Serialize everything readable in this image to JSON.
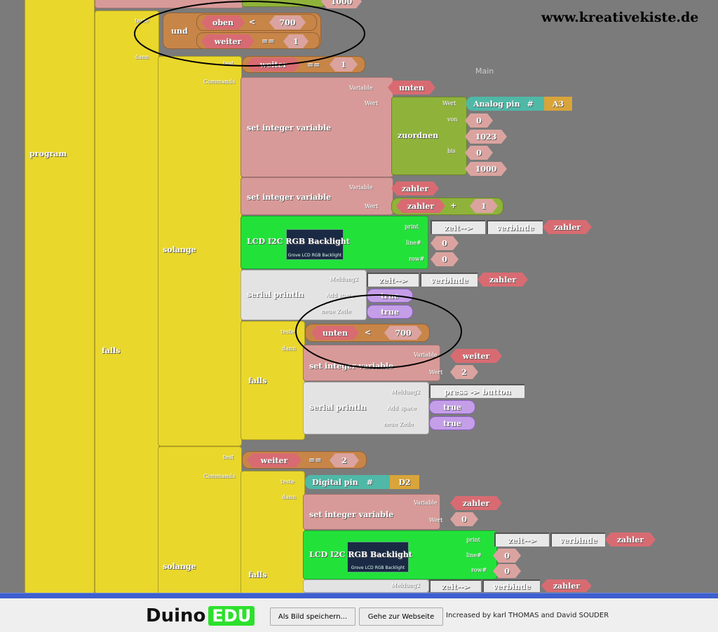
{
  "site": "www.kreativekiste.de",
  "canvas_label": "Main",
  "program": "program",
  "falls": "falls",
  "teste": "teste",
  "dann": "dann",
  "test": "test",
  "commands": "Commands",
  "solange": "solange",
  "top_value": "1000",
  "und": {
    "label": "und",
    "a": "oben",
    "op1": "<",
    "v1": "700",
    "b": "weiter",
    "op2": "==",
    "v2": "1"
  },
  "loop1_cond": {
    "var": "weiter",
    "op": "==",
    "val": "1"
  },
  "set1": {
    "label": "set integer variable",
    "variable_lbl": "Variable",
    "wert_lbl": "Wert",
    "var": "unten"
  },
  "map": {
    "label": "zuordnen",
    "wert": "Wert",
    "von": "von",
    "bis": "bis",
    "pin_label": "Analog pin",
    "hash": "#",
    "pin": "A3",
    "v_from": "0",
    "v_to_src": "1023",
    "v_min": "0",
    "v_max": "1000"
  },
  "set2": {
    "label": "set integer variable",
    "variable_lbl": "Variable",
    "wert_lbl": "Wert",
    "var": "zahler",
    "expr_var": "zahler",
    "op": "+",
    "val": "1"
  },
  "lcd1": {
    "label": "LCD I2C RGB Backlight",
    "img": "Grove LCD RGB Backlight",
    "print": "print",
    "line": "line#",
    "row": "row#",
    "s1": "zeit-->",
    "s2": "verbinde",
    "s3": "zahler",
    "line_v": "0",
    "row_v": "0"
  },
  "ser1": {
    "label": "serial println",
    "msg": "Meldung2",
    "add": "Add space",
    "nl": "neue Zeile",
    "s1": "zeit-->",
    "s2": "verbinde",
    "s3": "zahler",
    "b1": "true",
    "b2": "true"
  },
  "falls2": {
    "label": "falls",
    "teste": "teste",
    "dann": "dann",
    "var": "unten",
    "op": "<",
    "val": "700"
  },
  "set3": {
    "label": "set integer variable",
    "variable_lbl": "Variable",
    "wert_lbl": "Wert",
    "var": "weiter",
    "val": "2"
  },
  "ser2": {
    "label": "serial println",
    "msg": "Meldung2",
    "add": "Add space",
    "nl": "neue Zeile",
    "s1": "press -> button",
    "b1": "true",
    "b2": "true"
  },
  "loop2_cond": {
    "var": "weiter",
    "op": "==",
    "val": "2"
  },
  "falls3": {
    "label": "falls",
    "teste": "teste",
    "dann": "dann",
    "pin_label": "Digital pin",
    "hash": "#",
    "pin": "D2"
  },
  "set4": {
    "label": "set integer variable",
    "variable_lbl": "Variable",
    "wert_lbl": "Wert",
    "var": "zahler",
    "val": "0"
  },
  "lcd2": {
    "label": "LCD I2C RGB Backlight",
    "img": "Grove LCD RGB Backlight",
    "print": "print",
    "line": "line#",
    "row": "row#",
    "s1": "zeit-->",
    "s2": "verbinde",
    "s3": "zahler",
    "line_v": "0",
    "row_v": "0"
  },
  "ser3": {
    "msg": "Meldung2",
    "s1": "zeit-->",
    "s2": "verbinde",
    "s3": "zahler"
  },
  "footer": {
    "logo_a": "Duino",
    "logo_b": "EDU",
    "save": "Als Bild speichern...",
    "web": "Gehe zur Webseite",
    "credit": "Increased by karl THOMAS and David SOUDER"
  }
}
